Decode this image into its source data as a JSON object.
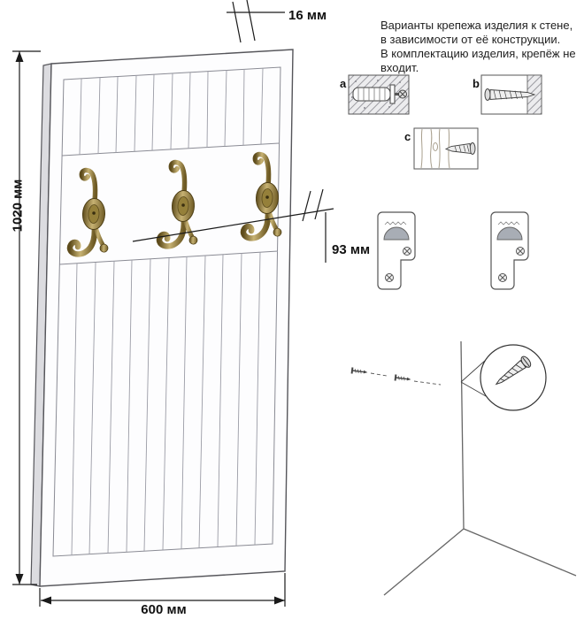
{
  "diagram": {
    "dimensions": {
      "thickness": "16 мм",
      "height": "1020 мм",
      "width": "600 мм",
      "hook_offset": "93 мм"
    },
    "note": {
      "line1": "Варианты крепежа изделия к стене,",
      "line2": "в зависимости от её конструкции.",
      "line3": "В комплектацию изделия, крепёж не",
      "line4": "входит."
    },
    "fastener_options": [
      {
        "label": "a"
      },
      {
        "label": "b"
      },
      {
        "label": "c"
      }
    ],
    "hooks_count": 3,
    "icons": {
      "panel": "coat-hanger-panel",
      "hook": "brass-double-hook-icon",
      "fastener_a": "dowel-in-concrete-icon",
      "fastener_b": "screw-in-solid-wall-icon",
      "fastener_c": "screw-in-wood-icon",
      "bracket": "keyhole-mounting-bracket-icon",
      "corner": "corner-wall-with-screws-icon",
      "magnifier": "screw-detail-circle-icon"
    },
    "colors": {
      "line": "#333333",
      "panel_outline": "#55555a",
      "groove": "#8a8b94",
      "panel_side": "#dcdce0",
      "brass_dark": "#5e4c1c",
      "brass_light": "#c7b273",
      "bracket_hole": "#a8adb5"
    }
  }
}
